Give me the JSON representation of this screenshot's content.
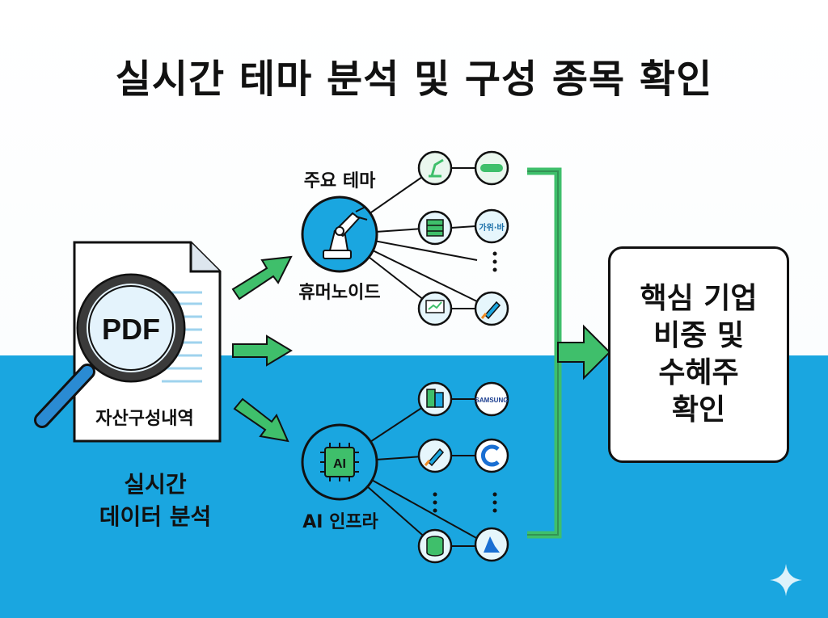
{
  "title": "실시간 테마 분석 및 구성 종목 확인",
  "document": {
    "icon_text": "PDF",
    "label": "자산구성내역"
  },
  "analysis_label": [
    "실시간",
    "데이터 분석"
  ],
  "themes": [
    {
      "label_top": "주요 테마",
      "label_bottom": "휴머노이드",
      "hub_icon": "robot-arm-icon",
      "nodes_left": [
        "robot-arm-icon",
        "database-server-icon",
        "ellipsis",
        "monitor-chart-icon"
      ],
      "nodes_right": [
        "doosan-robotics-logo",
        "company-logo",
        "ellipsis",
        "rocket-icon"
      ]
    },
    {
      "label_bottom": "AI 인프라",
      "hub_icon": "ai-chip-icon",
      "hub_text": "AI",
      "nodes_left": [
        "server-building-icon",
        "rocket-icon",
        "ellipsis",
        "database-icon"
      ],
      "nodes_right": [
        "samsung-logo",
        "c-logo-icon",
        "ellipsis",
        "a-logo-icon"
      ]
    }
  ],
  "logo_text": {
    "samsung": "SAMSUNG",
    "node_small": "가위·바"
  },
  "result": [
    "핵심 기업",
    "비중 및",
    "수혜주",
    "확인"
  ],
  "colors": {
    "accent_blue": "#1aa6e0",
    "arrow_green": "#3fbf6b",
    "node_fill": "#e6f6fc",
    "line": "#111111"
  }
}
